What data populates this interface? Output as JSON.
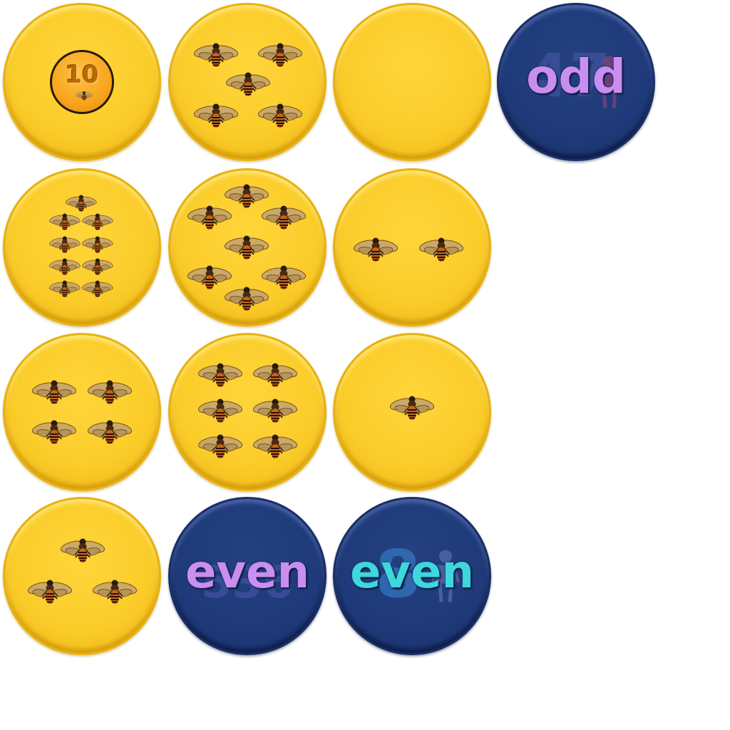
{
  "colors": {
    "token_yellow": "#fbcd2b",
    "token_blue": "#1f3a7a",
    "word_purple": "#c98ef0",
    "word_cyan": "#3fd6dc",
    "coin_orange": "#f7a51c"
  },
  "tokens": [
    {
      "type": "coin",
      "color": "yellow",
      "coin_value": "10",
      "icon": "bee-icon"
    },
    {
      "type": "bees",
      "color": "yellow",
      "bee_count": 5,
      "icon": "bee-icon"
    },
    {
      "type": "bees",
      "color": "yellow",
      "bee_count": 0
    },
    {
      "type": "word",
      "color": "blue",
      "word": "odd",
      "number": "47",
      "word_color": "#c98ef0",
      "icon": "person-icon"
    },
    {
      "type": "bees",
      "color": "yellow",
      "bee_count": 9,
      "icon": "bee-icon"
    },
    {
      "type": "bees",
      "color": "yellow",
      "bee_count": 7,
      "icon": "bee-icon"
    },
    {
      "type": "bees",
      "color": "yellow",
      "bee_count": 2,
      "icon": "bee-icon"
    },
    {
      "type": "bees",
      "color": "yellow",
      "bee_count": 4,
      "icon": "bee-icon"
    },
    {
      "type": "bees",
      "color": "yellow",
      "bee_count": 6,
      "icon": "bee-icon"
    },
    {
      "type": "bees",
      "color": "yellow",
      "bee_count": 1,
      "icon": "bee-icon"
    },
    {
      "type": "bees",
      "color": "yellow",
      "bee_count": 3,
      "icon": "bee-icon"
    },
    {
      "type": "word",
      "color": "blue",
      "word": "even",
      "number": "536",
      "word_color": "#c98ef0"
    },
    {
      "type": "word",
      "color": "blue",
      "word": "even",
      "number": "8",
      "word_color": "#3fd6dc",
      "icon": "person-icon"
    }
  ]
}
